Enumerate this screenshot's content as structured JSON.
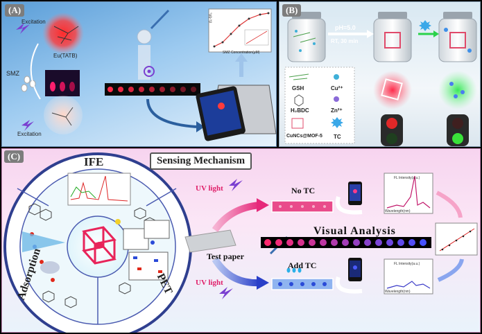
{
  "panels": {
    "a": {
      "tag": "(A)"
    },
    "b": {
      "tag": "(B)"
    },
    "c": {
      "tag": "(C)"
    }
  },
  "panel_a": {
    "excitation_top": "Excitation",
    "probe_label": "Eu(TATB)",
    "analyte_label": "SMZ",
    "excitation_bottom": "Excitation",
    "plot_xlabel": "SMZ Concentration(μM)",
    "plot_ylabel": "(I₀-I)/I₀"
  },
  "panel_b": {
    "condition_top": "pH=5.0",
    "condition_bottom": "RT,  30 min",
    "legend": {
      "gsh": "GSH",
      "cu": "Cu²⁺",
      "h2bdc": "H₂BDC",
      "zn": "Zn²⁺",
      "mof": "CuNCs@MOF-5",
      "tc": "TC"
    }
  },
  "panel_c": {
    "title": "Sensing Mechanism",
    "ring": {
      "top": "IFE",
      "left": "Adsorption",
      "right": "PET"
    },
    "uv_top": "UV light",
    "uv_bottom": "UV light",
    "no_tc": "No TC",
    "add_tc": "Add TC",
    "test_paper": "Test paper",
    "visual_analysis": "Visual  Analysis",
    "spectrum_ylabel": "FL Intensity(a.u.)",
    "spectrum_xlabel": "Wavelength(nm)"
  },
  "colors": {
    "red_emission": "#ff2a4a",
    "green_emission": "#39e85a",
    "blue_emission": "#5a5cff"
  }
}
